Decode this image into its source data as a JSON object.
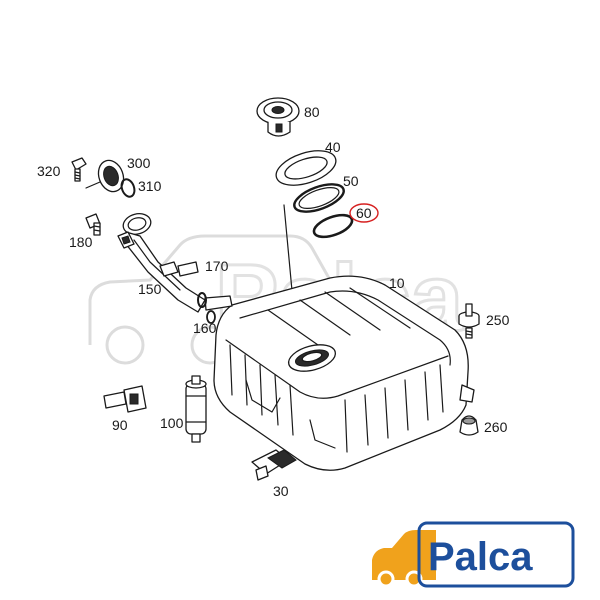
{
  "diagram": {
    "callouts": [
      {
        "id": "80",
        "label": "80"
      },
      {
        "id": "40",
        "label": "40"
      },
      {
        "id": "50",
        "label": "50"
      },
      {
        "id": "60",
        "label": "60",
        "highlight": "#d62020"
      },
      {
        "id": "10",
        "label": "10"
      },
      {
        "id": "320",
        "label": "320"
      },
      {
        "id": "300",
        "label": "300"
      },
      {
        "id": "310",
        "label": "310"
      },
      {
        "id": "180",
        "label": "180"
      },
      {
        "id": "170",
        "label": "170"
      },
      {
        "id": "150",
        "label": "150"
      },
      {
        "id": "160",
        "label": "160"
      },
      {
        "id": "250",
        "label": "250"
      },
      {
        "id": "260",
        "label": "260"
      },
      {
        "id": "90",
        "label": "90"
      },
      {
        "id": "100",
        "label": "100"
      },
      {
        "id": "30",
        "label": "30"
      }
    ]
  },
  "watermark": {
    "text": "Palca"
  },
  "logo": {
    "text": "Palca",
    "color": "#1d4f9c",
    "icon": "car-icon",
    "icon_color": "#f0a21c"
  }
}
